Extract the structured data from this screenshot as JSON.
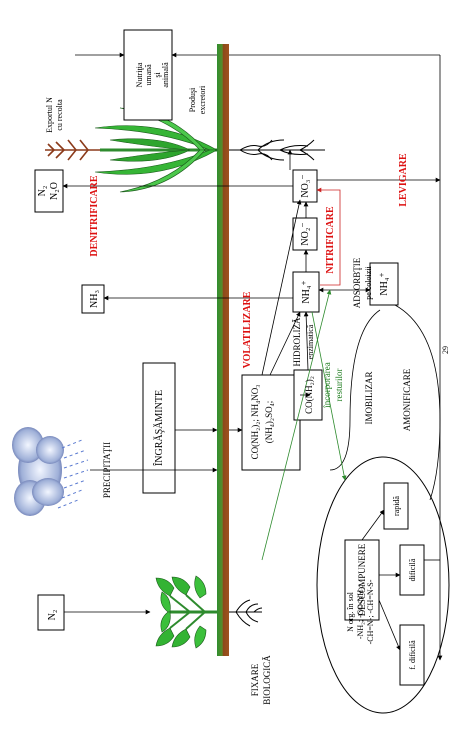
{
  "labels": {
    "n2": "N₂",
    "n2_top": "N₂",
    "n2o": "N₂O",
    "nh3": "NH₃",
    "ingrasaminte": "ÎNGRĂŞĂMINTE",
    "precipitatii": "PRECIPITAŢII",
    "fertilizer_line1": "CO(NH₂)₂; NH₄NO₃",
    "fertilizer_line2": "(NH₄)₂SO₄;",
    "urea": "CO(NH₂)₂",
    "nh4": "NH₄⁺",
    "no2": "NO₂⁻",
    "no3": "NO₃⁻",
    "nh4_adsorbed": "NH₄⁺",
    "volatilizare": "VOLATILIZARE",
    "denitrificare": "DENITRIFICARE",
    "nitrificare": "NITRIFICARE",
    "levigare": "LEVIGARE",
    "hidroliza": "HIDROLIZĂ",
    "enzimatica": "enzimatică",
    "incorporarea": "încorporarea",
    "resturilor": "resturilor",
    "adsorbtie": "ADSORBŢIE",
    "pe_coloizi": "pe coloizii",
    "imobilizar": "IMOBILIZAR",
    "amonificare": "AMONIFICARE",
    "n_org": "N org. în sol",
    "groups_line1": "-NH₂; -CO-NH₂;",
    "groups_line2": "-CH=N-; -CH=N-S-",
    "descompunere": "DESCOMPUNERE",
    "rapida": "rapidă",
    "dificila": "dificilă",
    "f_dificila": "f. dificilă",
    "hrana_line1": "Nutriţia",
    "hrana_line2": "umană",
    "hrana_line3": "şi",
    "hrana_line4": "animală",
    "export_line1": "Exportul N",
    "export_line2": "cu recolta",
    "produsi_line1": "Produşi",
    "produsi_line2": "excretori",
    "fixare_line1": "FIXARE",
    "fixare_line2": "BIOLOGICĂ",
    "page_number": "29"
  },
  "colors": {
    "process_label": "#dd1111",
    "incorporation_line": "#2e8b2e",
    "plant_green": "#36b536",
    "soil_brown": "#a0521e"
  }
}
